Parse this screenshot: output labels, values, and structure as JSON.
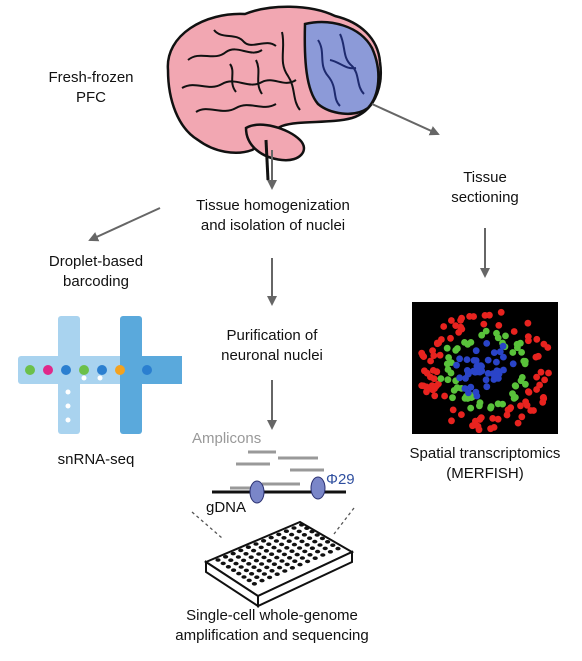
{
  "labels": {
    "fresh_frozen": "Fresh-frozen",
    "pfc": "PFC",
    "tissue_homogenization_1": "Tissue homogenization",
    "tissue_homogenization_2": "and isolation of nuclei",
    "tissue_sectioning_1": "Tissue",
    "tissue_sectioning_2": "sectioning",
    "droplet_1": "Droplet-based",
    "droplet_2": "barcoding",
    "purification_1": "Purification of",
    "purification_2": "neuronal nuclei",
    "snrna_seq": "snRNA-seq",
    "amplicons": "Amplicons",
    "phi29": "Φ29",
    "gdna": "gDNA",
    "spatial_1": "Spatial transcriptomics",
    "spatial_2": "(MERFISH)",
    "single_cell_1": "Single-cell whole-genome",
    "single_cell_2": "amplification and sequencing"
  },
  "colors": {
    "brain_pink": "#f2a7b2",
    "brain_blue": "#8c9ad8",
    "arrow": "#666666",
    "chip_light": "#a9d3ef",
    "chip_dark": "#5aa9dc",
    "phi29_text": "#2f4f9f",
    "spot_red": "#e8231f",
    "spot_green": "#59c23a",
    "spot_blue": "#2a44c8"
  },
  "droplet_colors": [
    "#6cc04a",
    "#e0288a",
    "#2b7fd0",
    "#6cc04a",
    "#2b7fd0",
    "#f4a21f",
    "#2b7fd0"
  ]
}
